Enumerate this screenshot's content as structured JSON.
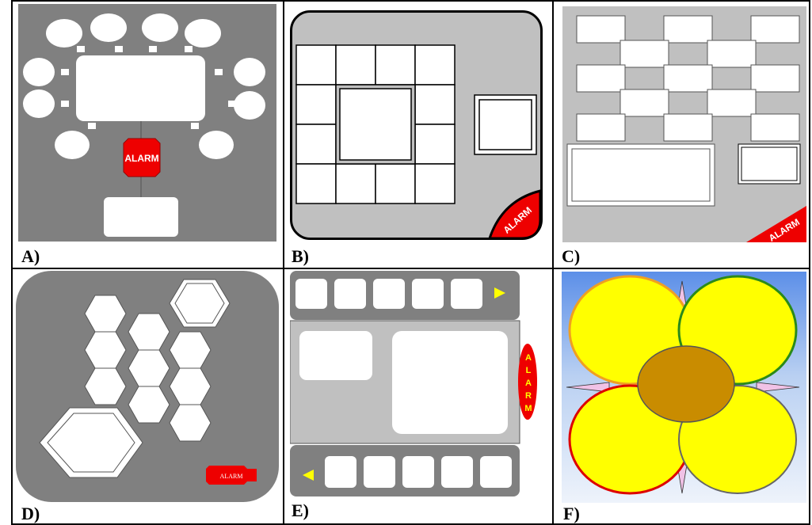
{
  "panels": [
    {
      "caption": "A)",
      "alarm": "ALARM"
    },
    {
      "caption": "B)",
      "alarm": "ALARM"
    },
    {
      "caption": "C)",
      "alarm": "ALARM"
    },
    {
      "caption": "D)",
      "alarm": "ALARM"
    },
    {
      "caption": "E)",
      "alarm": "ALARM",
      "alarm_letters": [
        "A",
        "L",
        "A",
        "R",
        "M"
      ]
    },
    {
      "caption": "F)"
    }
  ],
  "colors": {
    "dark_gray": "#808080",
    "light_gray": "#c0c0c0",
    "alarm_red": "#ee0000",
    "alarm_yellow": "#ffff00",
    "petal_yellow": "#ffff00",
    "center_brown": "#c98c00"
  }
}
